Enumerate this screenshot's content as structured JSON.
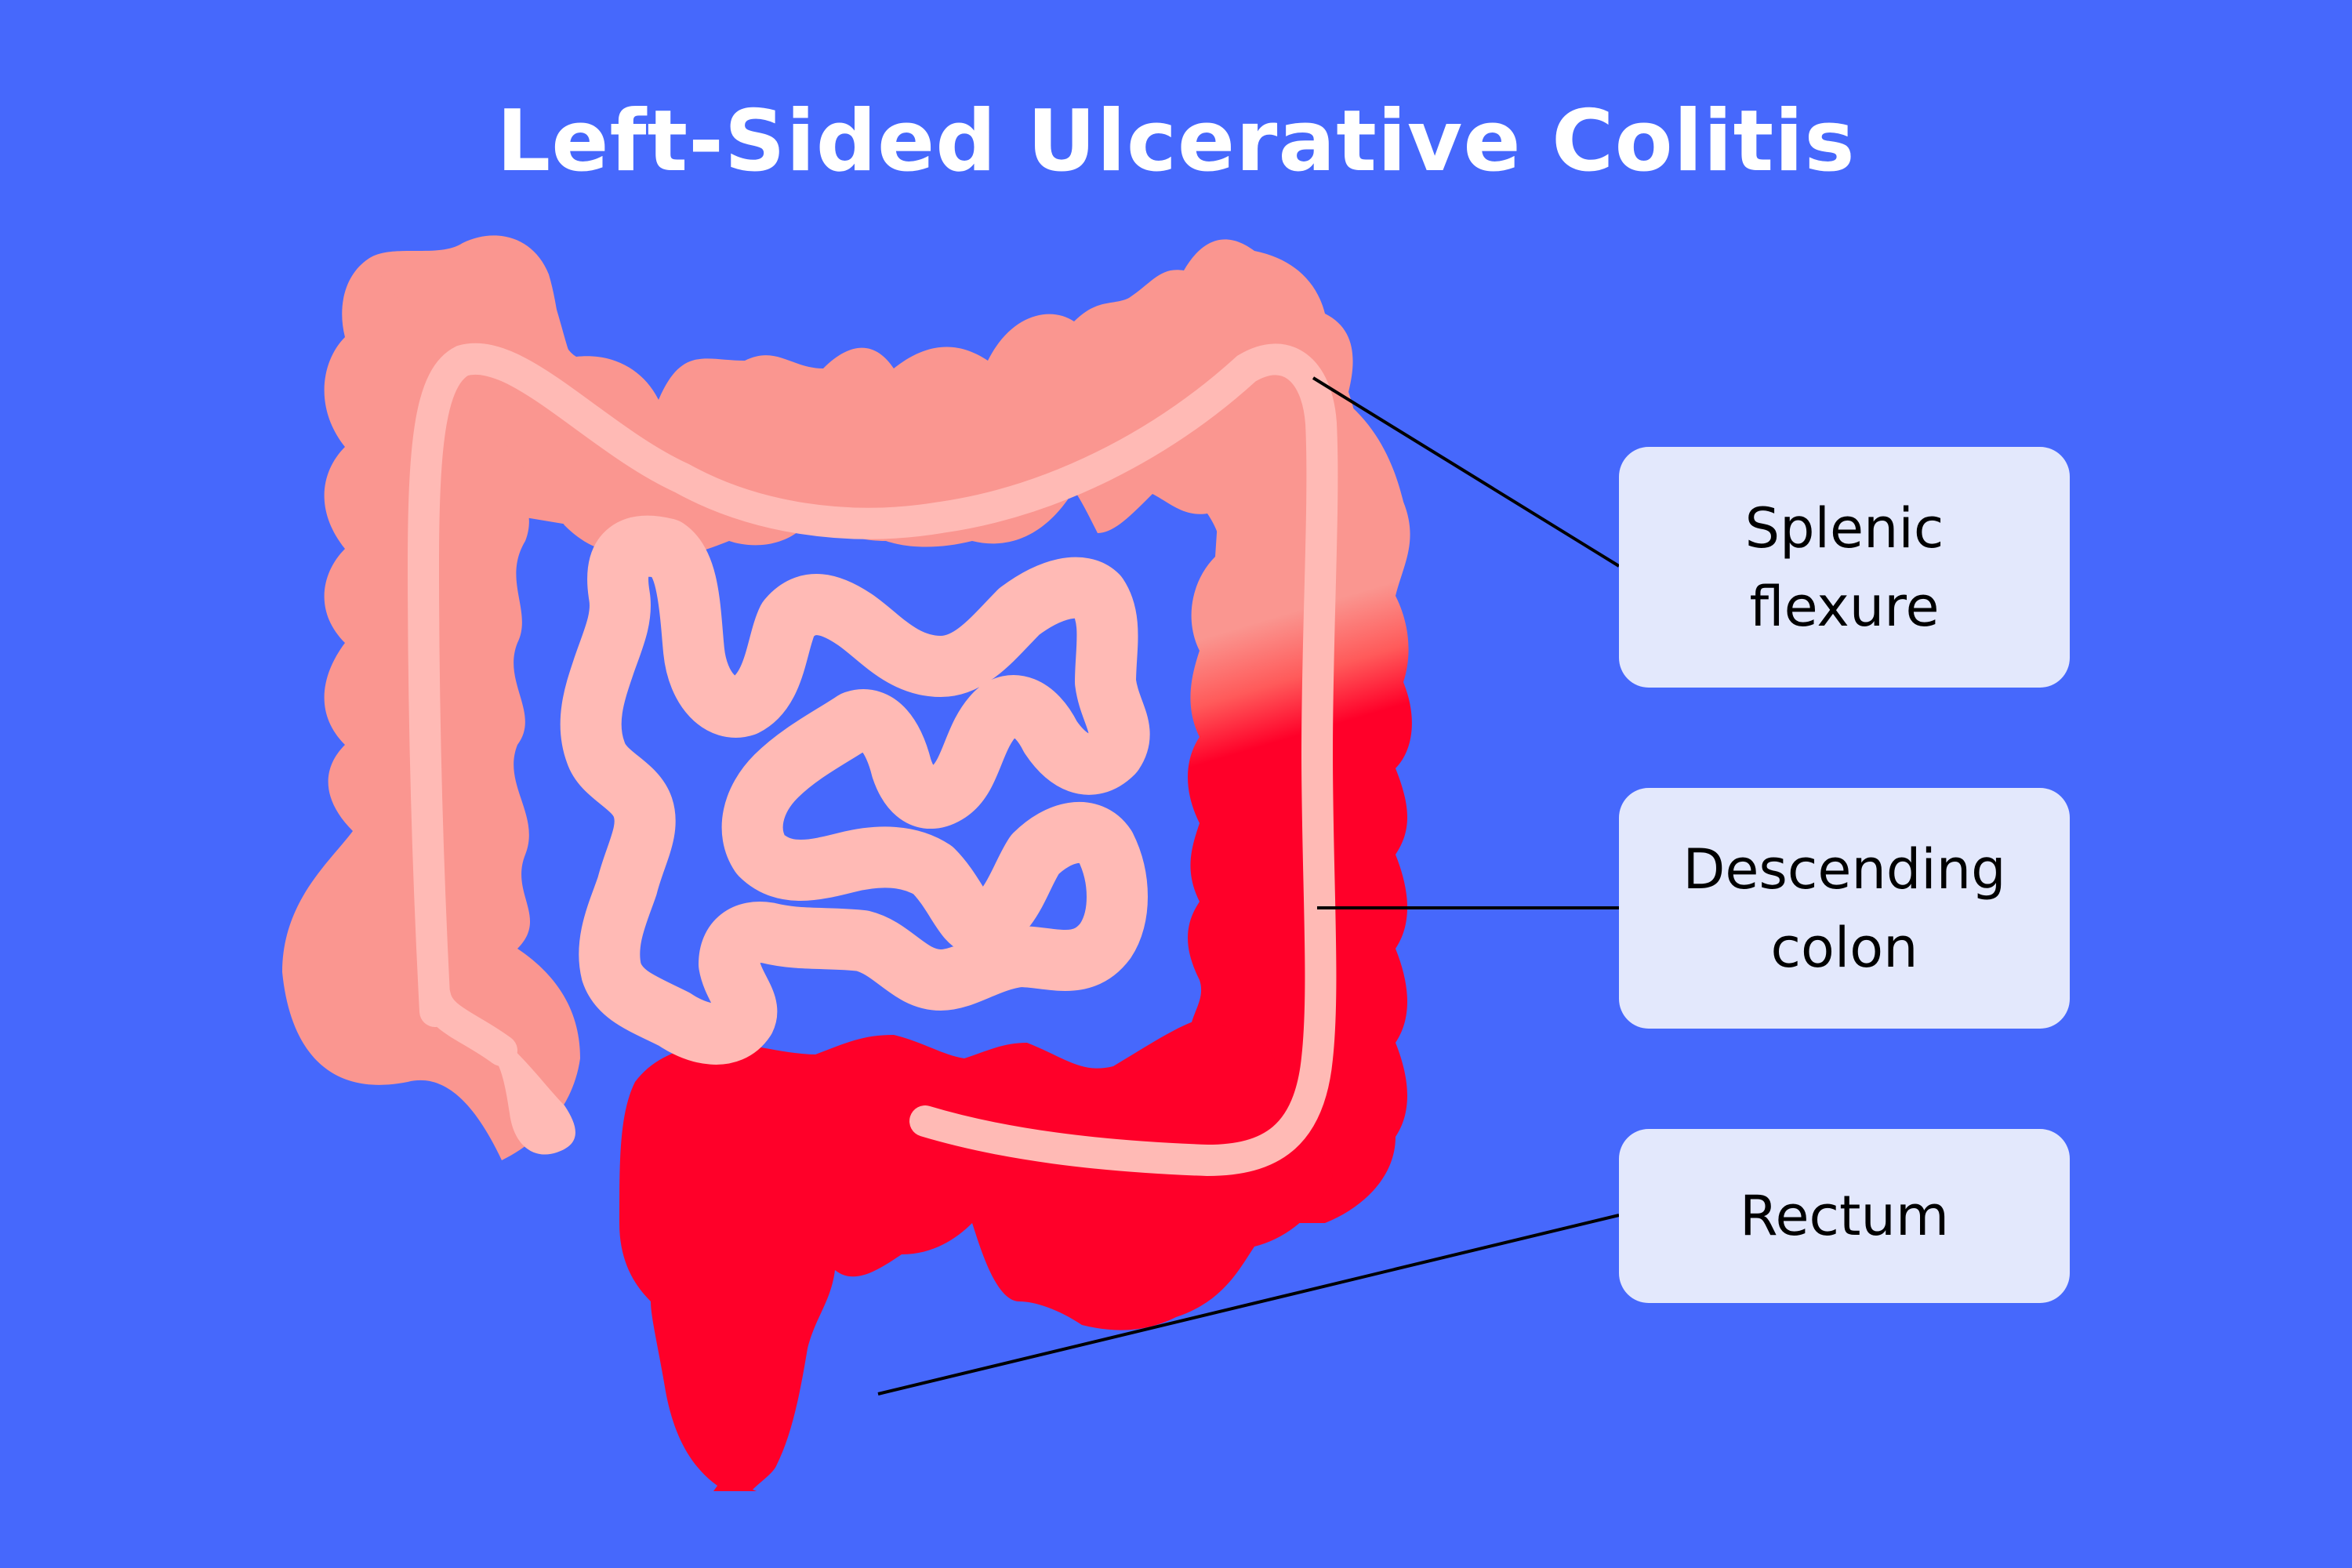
{
  "title": "Left-Sided Ulcerative Colitis",
  "colors": {
    "background": "#4668FC",
    "healthy_colon": "#FA9690",
    "colon_inner_line": "#FFBAB5",
    "small_intestine": "#FFBAB5",
    "inflamed": "#FF0029",
    "label_box": "#E3E8FC",
    "label_text": "#000000",
    "title_text": "#FFFFFF"
  },
  "labels": [
    {
      "id": "splenic-flexure",
      "lines": [
        "Splenic",
        "flexure"
      ]
    },
    {
      "id": "descending-colon",
      "lines": [
        "Descending",
        "colon"
      ]
    },
    {
      "id": "rectum",
      "lines": [
        "Rectum"
      ]
    }
  ]
}
